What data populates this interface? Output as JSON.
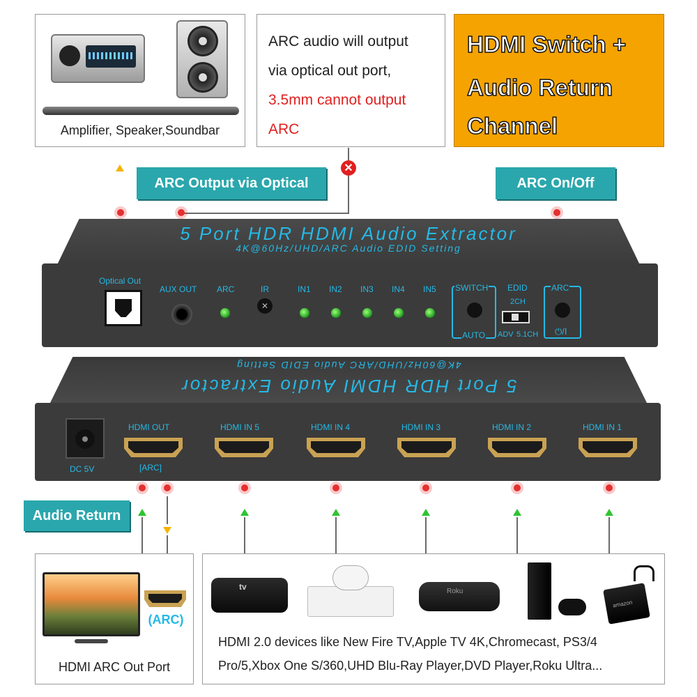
{
  "top": {
    "amplifier_caption": "Amplifier, Speaker,Soundbar",
    "arc_note": {
      "line1": "ARC audio will output",
      "line2": "via optical out port,",
      "line3_red": "3.5mm cannot output",
      "line4_red": "ARC"
    },
    "headline": {
      "line1": "HDMI Switch +",
      "line2": "Audio Return",
      "line3": "Channel"
    }
  },
  "tags": {
    "arc_output_optical": "ARC Output via Optical",
    "arc_on_off": "ARC On/Off",
    "audio_return": "Audio Return"
  },
  "front_panel": {
    "title": "5 Port HDR HDMI Audio Extractor",
    "subtitle": "4K@60Hz/UHD/ARC Audio EDID Setting",
    "optical_out": "Optical Out",
    "aux_out": "AUX OUT",
    "arc": "ARC",
    "ir": "IR",
    "inputs": [
      "IN1",
      "IN2",
      "IN3",
      "IN4",
      "IN5"
    ],
    "switch": "SWITCH",
    "auto": "AUTO",
    "edid": "EDID",
    "edid_2ch": "2CH",
    "edid_adv": "ADV",
    "edid_51ch": "5.1CH",
    "arc_button": "ARC",
    "power_icon_label": "⏻/I"
  },
  "rear_panel": {
    "title": "5 Port HDR HDMI Audio Extractor",
    "subtitle": "4K@60Hz/UHD/ARC Audio EDID Setting",
    "dc": "DC 5V",
    "ports": [
      "HDMI OUT",
      "HDMI IN 5",
      "HDMI IN 4",
      "HDMI IN 3",
      "HDMI IN 2",
      "HDMI IN 1"
    ],
    "arc_sub": "[ARC]"
  },
  "bottom": {
    "tv_arc_badge": "(ARC)",
    "tv_caption": "HDMI ARC Out Port",
    "devices_caption_line1": "HDMI 2.0 devices like New Fire TV,Apple TV 4K,Chromecast, PS3/4",
    "devices_caption_line2": "Pro/5,Xbox One S/360,UHD Blu-Ray Player,DVD Player,Roku Ultra...",
    "apple_tv_logo": "tv",
    "roku_logo": "Roku",
    "amazon_logo": "amazon"
  },
  "colors": {
    "accent_teal": "#2aa7ad",
    "headline_orange": "#f5a300",
    "warning_red": "#e02020",
    "panel_text_blue": "#25b9e6"
  }
}
